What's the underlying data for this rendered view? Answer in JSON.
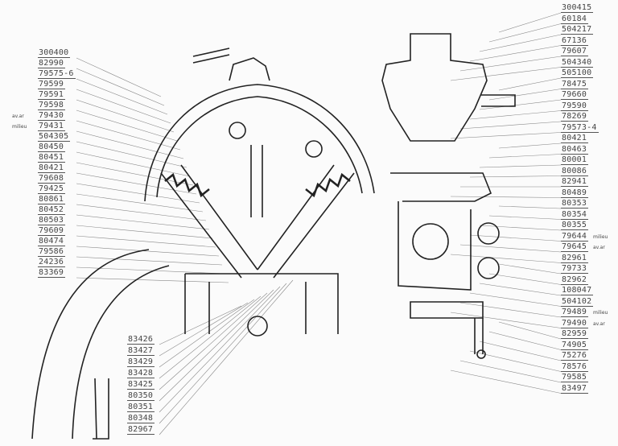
{
  "title": "Cylinder head cross-section parts diagram",
  "left_labels": [
    {
      "ref": "300400"
    },
    {
      "ref": "82990"
    },
    {
      "ref": "79575-6"
    },
    {
      "ref": "79599"
    },
    {
      "ref": "79591"
    },
    {
      "ref": "79598"
    },
    {
      "ref": "79430",
      "note": "av.ar"
    },
    {
      "ref": "79431",
      "note": "milieu"
    },
    {
      "ref": "504305"
    },
    {
      "ref": "80450"
    },
    {
      "ref": "80451"
    },
    {
      "ref": "80421"
    },
    {
      "ref": "79608"
    },
    {
      "ref": "79425"
    },
    {
      "ref": "80861"
    },
    {
      "ref": "80452"
    },
    {
      "ref": "80503"
    },
    {
      "ref": "79609"
    },
    {
      "ref": "80474"
    },
    {
      "ref": "79586"
    },
    {
      "ref": "24236"
    },
    {
      "ref": "83369"
    }
  ],
  "right_labels": [
    {
      "ref": "300415"
    },
    {
      "ref": "60184"
    },
    {
      "ref": "504217"
    },
    {
      "ref": "67136"
    },
    {
      "ref": "79607"
    },
    {
      "ref": "504340"
    },
    {
      "ref": "505100"
    },
    {
      "ref": "78475"
    },
    {
      "ref": "79660"
    },
    {
      "ref": "79590"
    },
    {
      "ref": "78269"
    },
    {
      "ref": "79573-4"
    },
    {
      "ref": "80421"
    },
    {
      "ref": "80463"
    },
    {
      "ref": "80001"
    },
    {
      "ref": "80086"
    },
    {
      "ref": "82941"
    },
    {
      "ref": "80489"
    },
    {
      "ref": "80353"
    },
    {
      "ref": "80354"
    },
    {
      "ref": "80355"
    },
    {
      "ref": "79644",
      "note": "milieu"
    },
    {
      "ref": "79645",
      "note": "av.ar"
    },
    {
      "ref": "82961"
    },
    {
      "ref": "79733"
    },
    {
      "ref": "82962"
    },
    {
      "ref": "108047"
    },
    {
      "ref": "504102"
    },
    {
      "ref": "79489",
      "note": "milieu"
    },
    {
      "ref": "79490",
      "note": "av.ar"
    },
    {
      "ref": "82959"
    },
    {
      "ref": "74905"
    },
    {
      "ref": "75276"
    },
    {
      "ref": "78576"
    },
    {
      "ref": "79585"
    },
    {
      "ref": "83497"
    }
  ],
  "bottom_labels": [
    {
      "ref": "83426"
    },
    {
      "ref": "83427"
    },
    {
      "ref": "83429"
    },
    {
      "ref": "83428"
    },
    {
      "ref": "83425"
    },
    {
      "ref": "80350"
    },
    {
      "ref": "80351"
    },
    {
      "ref": "80348"
    },
    {
      "ref": "82967"
    }
  ]
}
